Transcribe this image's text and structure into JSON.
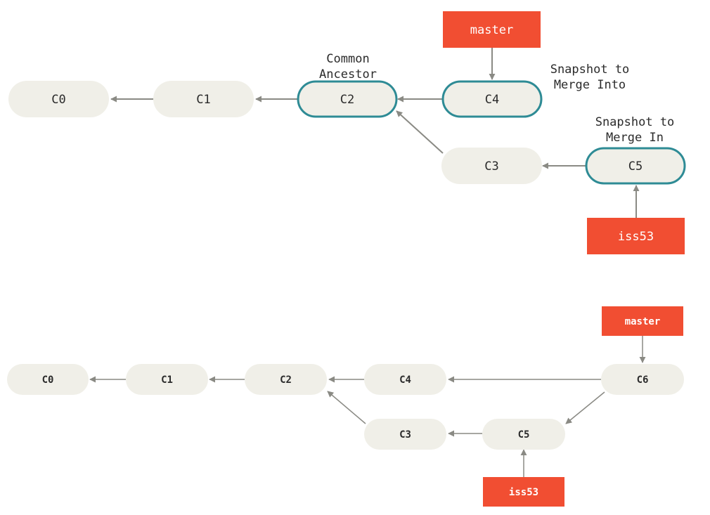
{
  "colors": {
    "commit_fill": "#f0efe8",
    "highlight_stroke": "#2e8b95",
    "branch_fill": "#f14e32",
    "branch_text": "#ffffff",
    "arrow": "#8a8a84",
    "text": "#2b2b2b"
  },
  "top_diagram": {
    "commits": {
      "c0": "C0",
      "c1": "C1",
      "c2": "C2",
      "c3": "C3",
      "c4": "C4",
      "c5": "C5"
    },
    "branches": {
      "master": "master",
      "iss53": "iss53"
    },
    "annotations": {
      "common_ancestor": [
        "Common",
        "Ancestor"
      ],
      "merge_into": [
        "Snapshot to",
        "Merge Into"
      ],
      "merge_in": [
        "Snapshot to",
        "Merge In"
      ]
    }
  },
  "bottom_diagram": {
    "commits": {
      "c0": "C0",
      "c1": "C1",
      "c2": "C2",
      "c3": "C3",
      "c4": "C4",
      "c5": "C5",
      "c6": "C6"
    },
    "branches": {
      "master": "master",
      "iss53": "iss53"
    }
  }
}
